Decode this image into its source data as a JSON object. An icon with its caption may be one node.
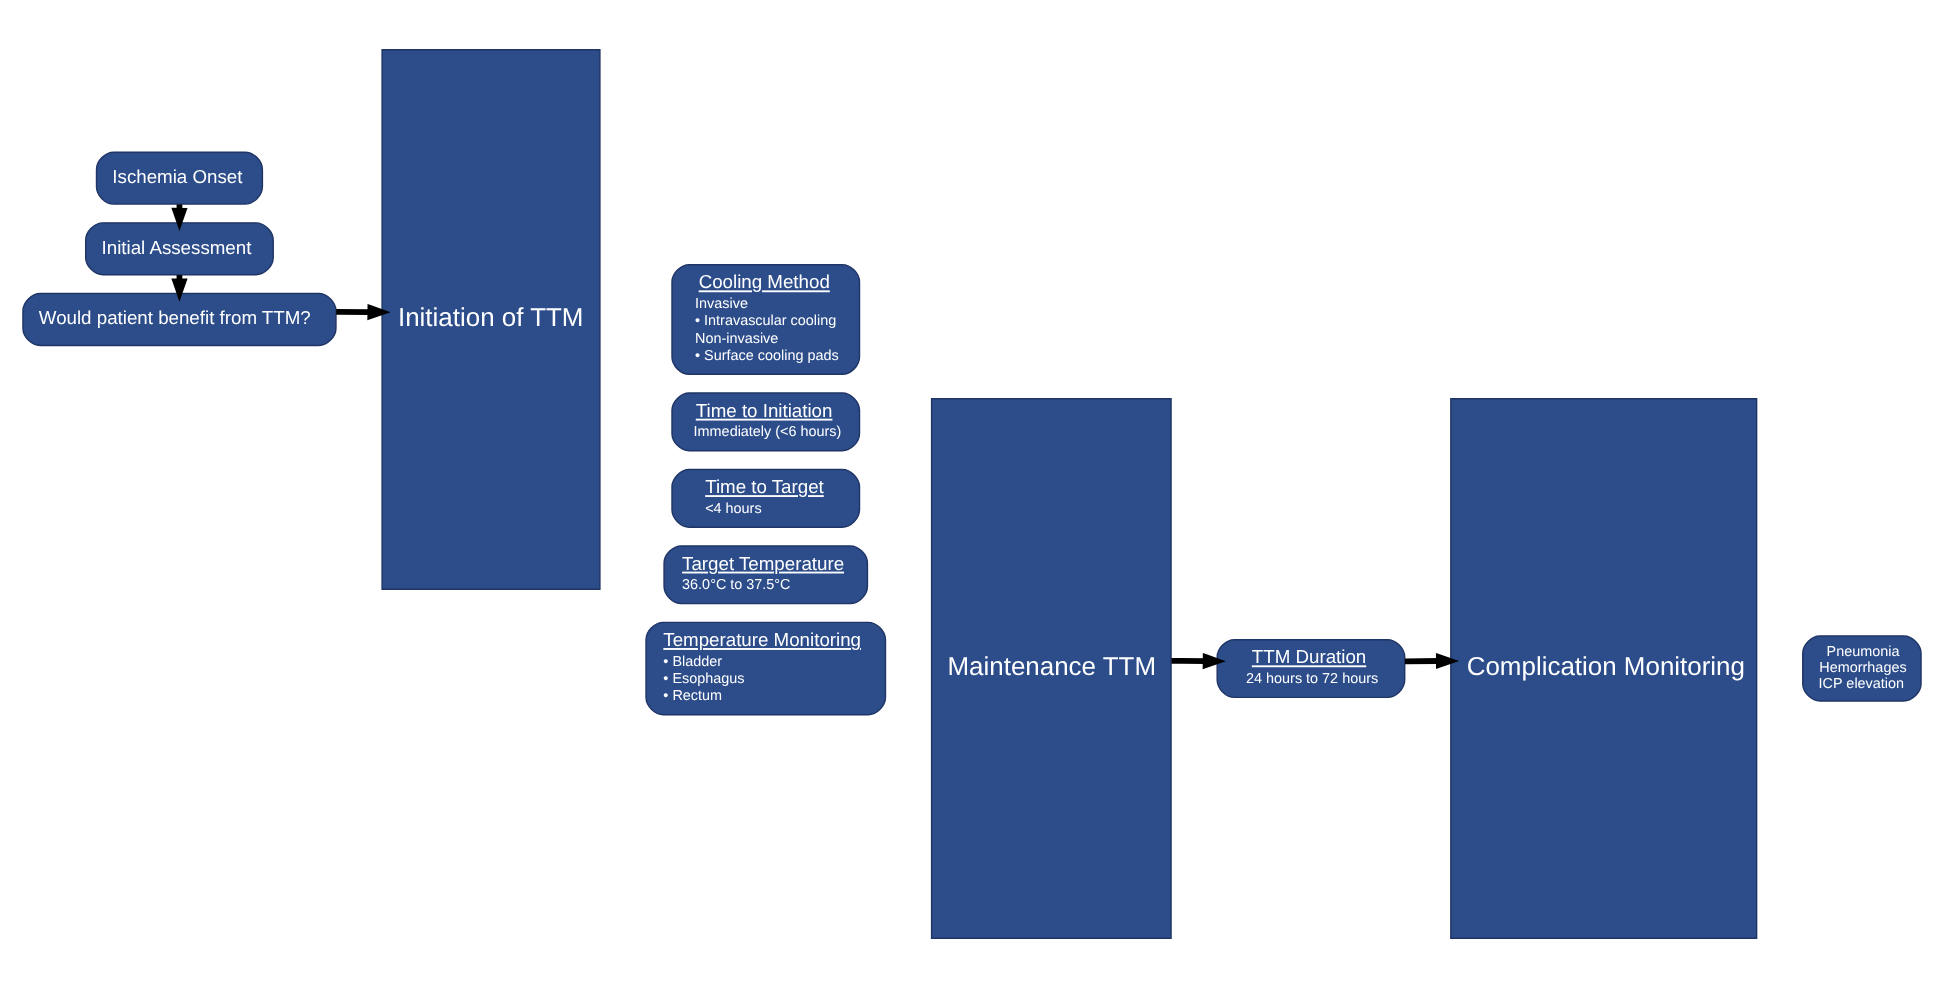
{
  "diagram": {
    "nodes": [
      {
        "text": [
          "Ischemia Onset"
        ]
      },
      {
        "text": [
          "Initial Assessment"
        ]
      },
      {
        "text": [
          "Would patient benefit from TTM?"
        ]
      },
      {
        "text": [
          "Initiation of TTM"
        ]
      },
      {
        "text": [
          "Cooling Method",
          "Invasive",
          "• Intravascular cooling",
          "Non-invasive",
          "• Surface cooling pads"
        ]
      },
      {
        "text": [
          "Time to Initiation",
          "Immediately (<6 hours)"
        ]
      },
      {
        "text": [
          "Time to Target",
          "<4 hours"
        ]
      },
      {
        "text": [
          "Target Temperature",
          "36.0°C to 37.5°C"
        ]
      },
      {
        "text": [
          "Temperature Monitoring",
          "• Bladder",
          "• Esophagus",
          "• Rectum"
        ]
      },
      {
        "text": [
          "Maintenance TTM"
        ]
      },
      {
        "text": [
          "TTM Duration",
          "24 hours to 72 hours"
        ]
      },
      {
        "text": [
          "Complication Monitoring"
        ]
      },
      {
        "text": [
          "Pneumonia",
          "Hemorrhages",
          "ICP elevation"
        ]
      }
    ],
    "edges": [
      {
        "from": 0,
        "to": 1,
        "arrow": "to"
      },
      {
        "from": 1,
        "to": 2,
        "arrow": "to"
      },
      {
        "from": 2,
        "to": 3,
        "arrow": "to"
      },
      {
        "from": 9,
        "to": 10,
        "arrow": "to"
      },
      {
        "from": 10,
        "to": 11,
        "arrow": "to"
      }
    ]
  }
}
